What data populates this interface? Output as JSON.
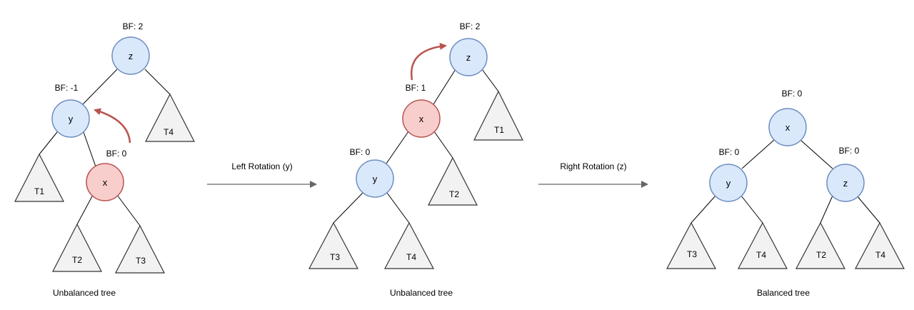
{
  "colors": {
    "blue_fill": "#dae8fc",
    "blue_stroke": "#6c8ebf",
    "red_fill": "#f8cecc",
    "red_stroke": "#b85450",
    "triangle_fill": "#f2f2f2",
    "arrow_curve": "#b85450",
    "arrow_gray": "#666666"
  },
  "trees": [
    {
      "caption": "Unbalanced tree",
      "nodes": {
        "z": {
          "label": "z",
          "bf": "BF: 2"
        },
        "y": {
          "label": "y",
          "bf": "BF: -1"
        },
        "x": {
          "label": "x",
          "bf": "BF: 0"
        }
      },
      "subtrees": [
        "T1",
        "T2",
        "T3",
        "T4"
      ]
    },
    {
      "caption": "Unbalanced tree",
      "nodes": {
        "z": {
          "label": "z",
          "bf": "BF: 2"
        },
        "x": {
          "label": "x",
          "bf": "BF: 1"
        },
        "y": {
          "label": "y",
          "bf": "BF: 0"
        }
      },
      "subtrees": [
        "T1",
        "T2",
        "T3",
        "T4"
      ]
    },
    {
      "caption": "Balanced tree",
      "nodes": {
        "x": {
          "label": "x",
          "bf": "BF: 0"
        },
        "y": {
          "label": "y",
          "bf": "BF: 0"
        },
        "z": {
          "label": "z",
          "bf": "BF: 0"
        }
      },
      "subtrees": [
        "T3",
        "T4",
        "T2",
        "T4"
      ]
    }
  ],
  "transitions": [
    {
      "label": "Left Rotation (y)"
    },
    {
      "label": "Right Rotation (z)"
    }
  ]
}
